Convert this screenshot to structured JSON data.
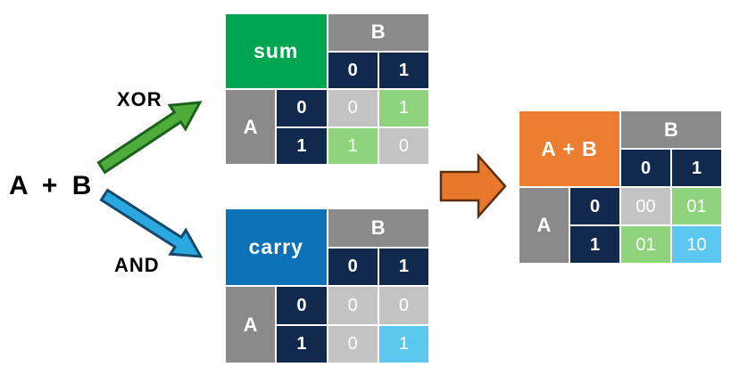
{
  "expression_label": "A + B",
  "branches": {
    "xor_label": "XOR",
    "and_label": "AND"
  },
  "tables": {
    "sum": {
      "title": "sum",
      "col_header": "B",
      "row_header": "A",
      "col_values": [
        "0",
        "1"
      ],
      "row_values": [
        "0",
        "1"
      ],
      "cells": [
        [
          "0",
          "1"
        ],
        [
          "1",
          "0"
        ]
      ]
    },
    "carry": {
      "title": "carry",
      "col_header": "B",
      "row_header": "A",
      "col_values": [
        "0",
        "1"
      ],
      "row_values": [
        "0",
        "1"
      ],
      "cells": [
        [
          "0",
          "0"
        ],
        [
          "0",
          "1"
        ]
      ]
    },
    "combined": {
      "title": "A + B",
      "col_header": "B",
      "row_header": "A",
      "col_values": [
        "0",
        "1"
      ],
      "row_values": [
        "0",
        "1"
      ],
      "cells": [
        [
          "00",
          "01"
        ],
        [
          "01",
          "10"
        ]
      ]
    }
  },
  "colors": {
    "sum_title_bg": "#00A551",
    "carry_title_bg": "#0B72B8",
    "combined_title_bg": "#ED7D31",
    "header_gray": "#8A8A8A",
    "header_navy": "#12294E",
    "cell_light_gray": "#C3C3C3",
    "cell_light_green": "#8FD37C",
    "cell_light_blue": "#5BC6EE",
    "xor_arrow_fill": "#4EAC3B",
    "xor_arrow_border": "#1D611D",
    "and_arrow_fill": "#2AA9E0",
    "and_arrow_border": "#15486B",
    "merge_arrow_fill": "#E8782B",
    "merge_arrow_border": "#5C2E0E",
    "cell_text": "#FFFFFF",
    "label_text": "#000000"
  }
}
